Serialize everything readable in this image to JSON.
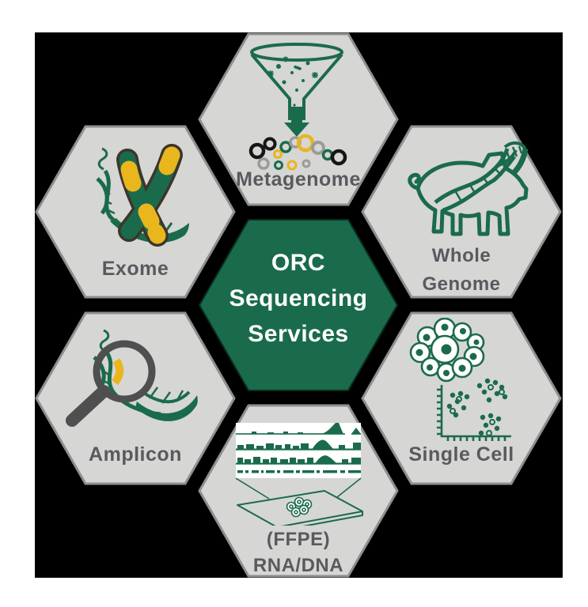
{
  "diagram": {
    "center_hexagon": {
      "line1": "ORC",
      "line2": "Sequencing",
      "line3": "Services"
    },
    "hexagons": {
      "metagenome": {
        "label": "Metagenome",
        "icon": "funnel-microbes-icon"
      },
      "exome": {
        "label": "Exome",
        "icon": "chromosome-dna-icon"
      },
      "whole_genome": {
        "line1": "Whole",
        "line2": "Genome",
        "icon": "pig-dna-icon"
      },
      "amplicon": {
        "label": "Amplicon",
        "icon": "magnifying-glass-dna-icon"
      },
      "single_cell": {
        "label": "Single Cell",
        "icon": "cell-cluster-scatter-plot-icon"
      },
      "ffpe": {
        "line1": "(FFPE)",
        "line2": "RNA/DNA",
        "icon": "tissue-slide-coverage-tracks-icon"
      }
    },
    "colors": {
      "green": "#1a6b4b",
      "yellow": "#eab61e",
      "hex_fill": "#d6d6d4",
      "hex_border": "#8f8f8f",
      "label_text": "#595a5e",
      "backdrop": "#000000",
      "gray_accent": "#9b9b9b",
      "magnifier_gray": "#4f4f50",
      "center_text": "#ffffff"
    }
  }
}
